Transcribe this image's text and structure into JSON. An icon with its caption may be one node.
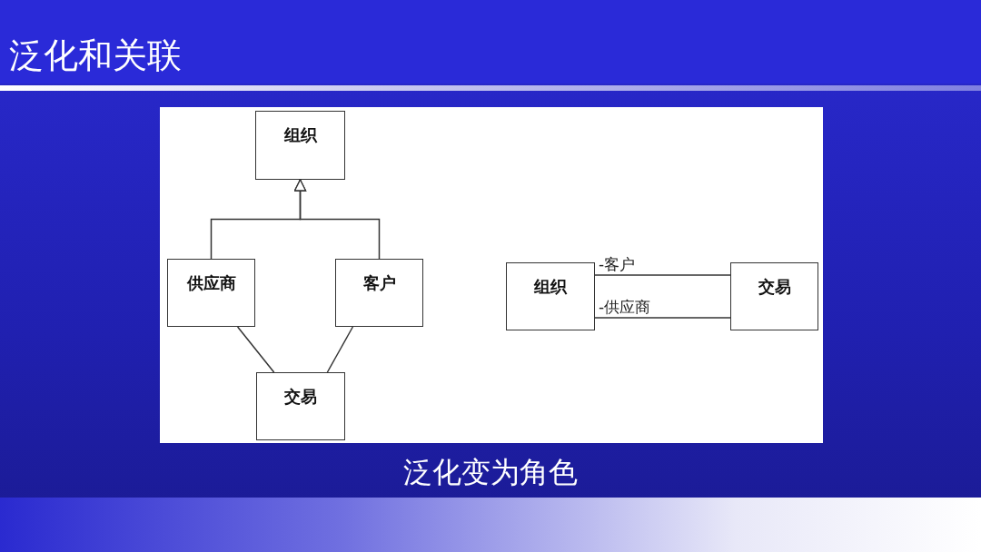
{
  "diagram": {
    "title": "泛化和关联",
    "caption": "泛化变为角色",
    "nodes": [
      {
        "text": [
          "组织"
        ]
      },
      {
        "text": [
          "供应商"
        ]
      },
      {
        "text": [
          "客户"
        ]
      },
      {
        "text": [
          "交易"
        ]
      },
      {
        "text": [
          "组织"
        ]
      },
      {
        "text": [
          "交易"
        ]
      }
    ],
    "edges": [
      {
        "from": 1,
        "to": 0,
        "arrow": "to"
      },
      {
        "from": 2,
        "to": 0,
        "arrow": "to"
      },
      {
        "from": 1,
        "to": 3,
        "arrow": "none"
      },
      {
        "from": 2,
        "to": 3,
        "arrow": "none"
      },
      {
        "from": 4,
        "to": 5,
        "arrow": "none",
        "label": "-客户"
      },
      {
        "from": 4,
        "to": 5,
        "arrow": "none",
        "label": "-供应商"
      }
    ]
  }
}
